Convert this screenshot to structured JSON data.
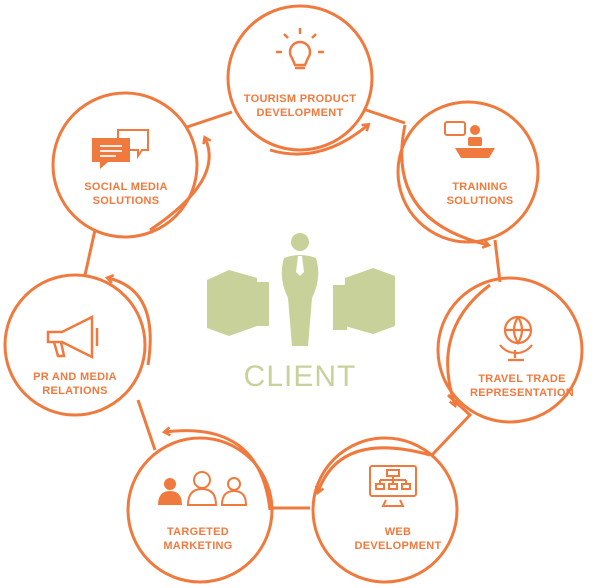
{
  "center": {
    "label": "CLIENT"
  },
  "colors": {
    "accent": "#f07a3e",
    "client": "#c8d19a"
  },
  "services": [
    {
      "line1": "TOURISM PRODUCT",
      "line2": "DEVELOPMENT",
      "icon": "lightbulb-icon"
    },
    {
      "line1": "TRAINING",
      "line2": "SOLUTIONS",
      "icon": "presenter-icon"
    },
    {
      "line1": "TRAVEL TRADE",
      "line2": "REPRESENTATION",
      "icon": "globe-icon"
    },
    {
      "line1": "WEB",
      "line2": "DEVELOPMENT",
      "icon": "sitemap-monitor-icon"
    },
    {
      "line1": "TARGETED",
      "line2": "MARKETING",
      "icon": "people-icon"
    },
    {
      "line1": "PR AND MEDIA",
      "line2": "RELATIONS",
      "icon": "megaphone-icon"
    },
    {
      "line1": "SOCIAL MEDIA",
      "line2": "SOLUTIONS",
      "icon": "chat-bubbles-icon"
    }
  ]
}
